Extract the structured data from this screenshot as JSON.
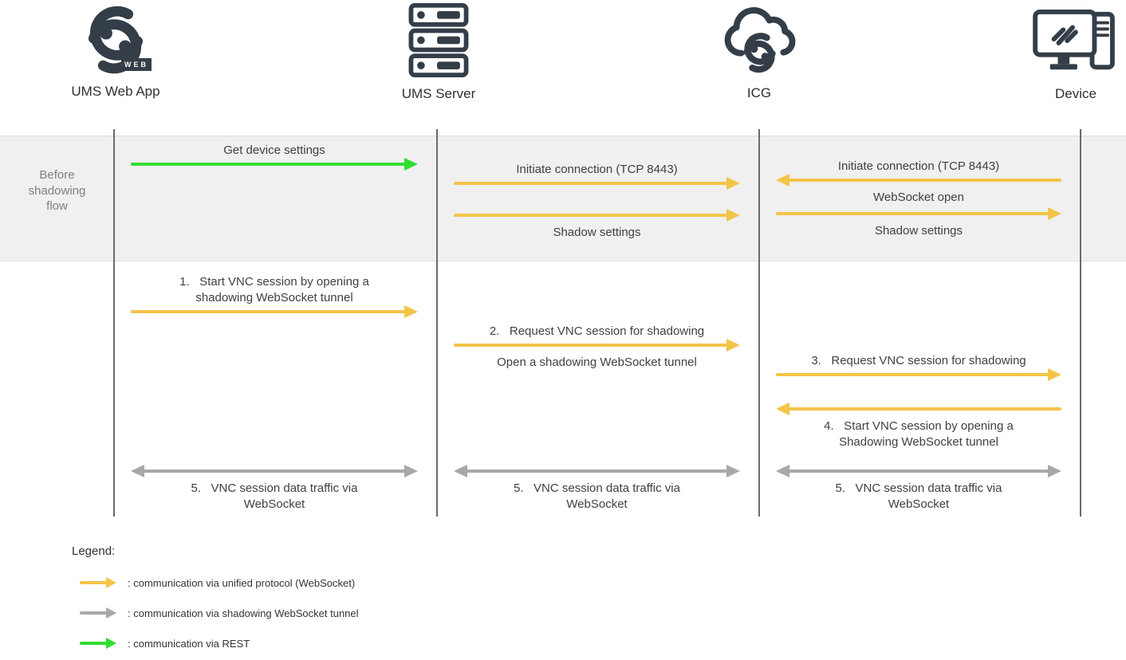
{
  "colors": {
    "unified": "#f4c449",
    "tunnel": "#a8a8a8",
    "rest": "#31dd31",
    "dark": "#333e48",
    "band_background": "#f0f0f0",
    "lifeline": "#6b6b6b"
  },
  "actors": [
    {
      "id": "ums-web-app",
      "label": "UMS Web App",
      "icon": "igel-link-logo-with-web-badge",
      "badge": "WEB"
    },
    {
      "id": "ums-server",
      "label": "UMS Server",
      "icon": "server-stack"
    },
    {
      "id": "icg",
      "label": "ICG",
      "icon": "cloud-with-link-logo"
    },
    {
      "id": "device",
      "label": "Device",
      "icon": "monitor-and-tower-with-logo"
    }
  ],
  "band": {
    "label": "Before\nshadowing\nflow"
  },
  "diagram": {
    "arrows": [
      {
        "id": "get_device",
        "from": "ums-web-app",
        "to": "ums-server",
        "protocol": "rest",
        "label_above": "Get device settings"
      },
      {
        "id": "init_si",
        "from": "ums-server",
        "to": "icg",
        "protocol": "unified",
        "label_above": "Initiate connection (TCP 8443)"
      },
      {
        "id": "shadow_si",
        "from": "ums-server",
        "to": "icg",
        "protocol": "unified",
        "label_below": "Shadow settings"
      },
      {
        "id": "init_di",
        "from": "device",
        "to": "icg",
        "protocol": "unified",
        "label_above": "Initiate connection (TCP 8443)",
        "label_below": "WebSocket open"
      },
      {
        "id": "shadow_id",
        "from": "icg",
        "to": "device",
        "protocol": "unified",
        "label_below": "Shadow settings"
      },
      {
        "id": "s1",
        "from": "ums-web-app",
        "to": "ums-server",
        "protocol": "unified",
        "label_above": "1.   Start VNC session by opening a\nshadowing WebSocket tunnel"
      },
      {
        "id": "s2",
        "from": "ums-server",
        "to": "icg",
        "protocol": "unified",
        "label_above": "2.   Request VNC session for shadowing",
        "label_below": "Open a shadowing WebSocket tunnel"
      },
      {
        "id": "s3",
        "from": "icg",
        "to": "device",
        "protocol": "unified",
        "label_above": "3.   Request VNC session for shadowing"
      },
      {
        "id": "s4",
        "from": "device",
        "to": "icg",
        "protocol": "unified",
        "label_below": "4.   Start VNC session by opening a\nShadowing WebSocket tunnel"
      },
      {
        "id": "s5a",
        "from": "ums-web-app",
        "to": "ums-server",
        "protocol": "tunnel",
        "bidirectional": true,
        "label_below": "5.   VNC session data traffic via\nWebSocket"
      },
      {
        "id": "s5b",
        "from": "ums-server",
        "to": "icg",
        "protocol": "tunnel",
        "bidirectional": true,
        "label_below": "5.   VNC session data traffic via\nWebSocket"
      },
      {
        "id": "s5c",
        "from": "icg",
        "to": "device",
        "protocol": "tunnel",
        "bidirectional": true,
        "label_below": "5.   VNC session data traffic via\nWebSocket"
      }
    ]
  },
  "legend": {
    "title": "Legend:",
    "items": [
      {
        "protocol": "unified",
        "label": ": communication via unified protocol (WebSocket)"
      },
      {
        "protocol": "tunnel",
        "label": ": communication via shadowing WebSocket tunnel"
      },
      {
        "protocol": "rest",
        "label": ": communication via REST"
      }
    ]
  }
}
